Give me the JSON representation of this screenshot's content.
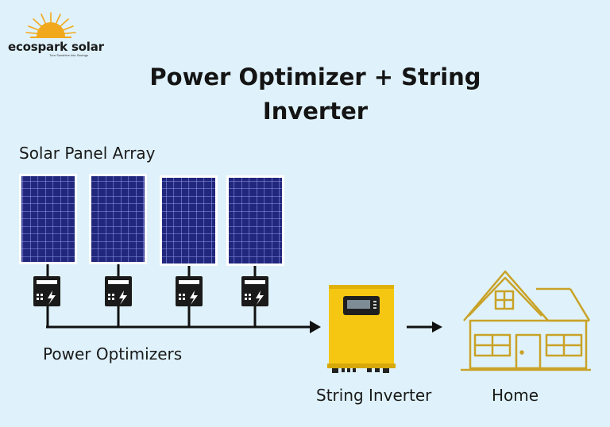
{
  "brand": {
    "name": "ecospark solar",
    "tagline": "Turn Sunshine Into Savings",
    "accent_color": "#f2a81c"
  },
  "title": "Power Optimizer + String Inverter",
  "labels": {
    "panel_array": "Solar Panel Array",
    "optimizers": "Power Optimizers",
    "inverter": "String Inverter",
    "home": "Home"
  },
  "icons": {
    "logo": "sun-icon",
    "panel": "solar-panel-icon",
    "optimizer": "power-optimizer-icon",
    "inverter": "string-inverter-icon",
    "home": "house-icon",
    "arrow": "arrow-right-icon"
  },
  "colors": {
    "background": "#dff2fb",
    "panel_cell": "#22277e",
    "panel_grid": "#8f9be8",
    "inverter_body": "#f5c712",
    "house_line": "#c9a227",
    "wire": "#111111"
  }
}
